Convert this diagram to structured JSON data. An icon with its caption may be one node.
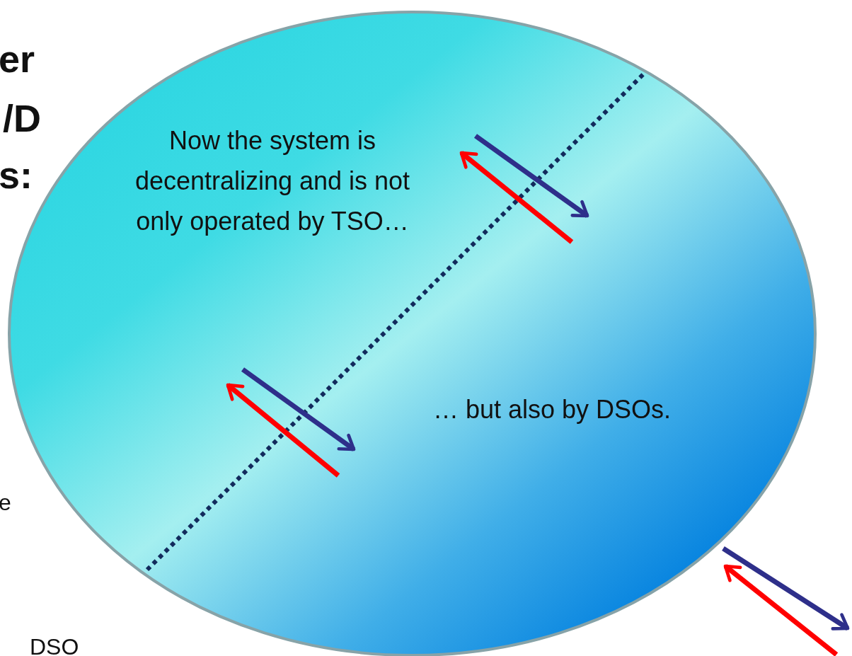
{
  "diagram": {
    "nodes": [
      {
        "text": [
          "Now the system is decentralizing and is not only operated by TSO…",
          "… but also by DSOs."
        ]
      }
    ],
    "labels": [
      "er",
      "/D",
      "s:",
      "e",
      "DSO"
    ]
  }
}
